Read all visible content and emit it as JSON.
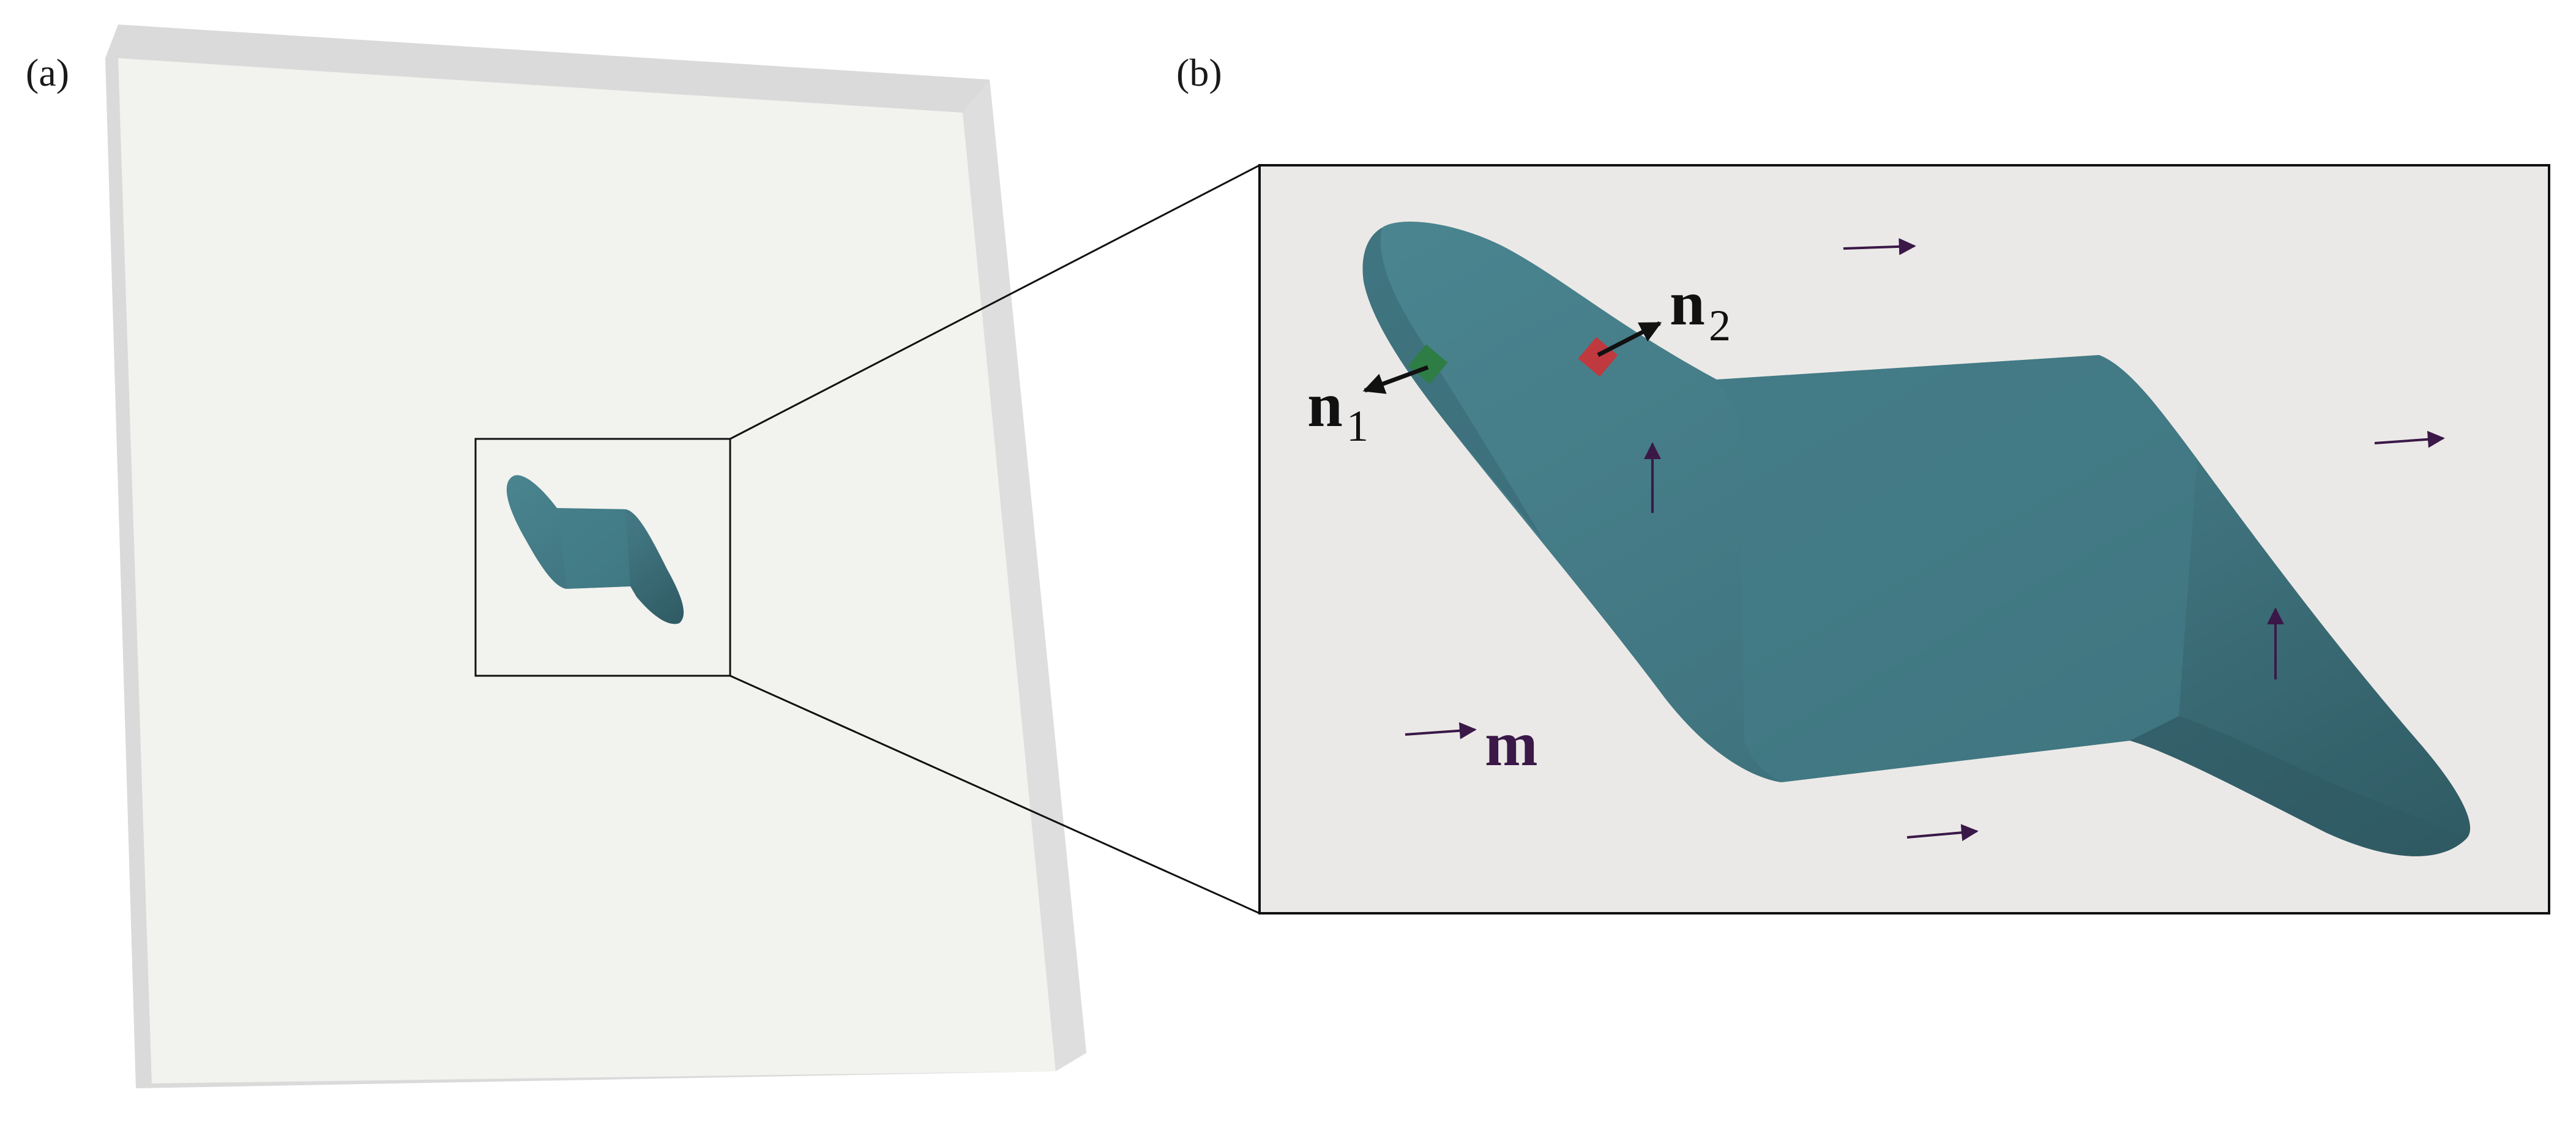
{
  "panels": {
    "a": {
      "label": "(a)"
    },
    "b": {
      "label": "(b)"
    }
  },
  "vectors": {
    "n1": {
      "symbol": "n",
      "subscript": "1",
      "marker_color": "#2e7d45"
    },
    "n2": {
      "symbol": "n",
      "subscript": "2",
      "marker_color": "#c0393f"
    },
    "m": {
      "symbol": "m",
      "color": "#3a1848"
    }
  },
  "colors": {
    "slab_face": "#f2f2ef",
    "slab_edge": "#dadada",
    "inset_background": "#ebe9e7",
    "particle": "#417681",
    "particle_shadow": "#2f5a63",
    "frame": "#111111",
    "magnetization_arrows": "#3a1848"
  }
}
